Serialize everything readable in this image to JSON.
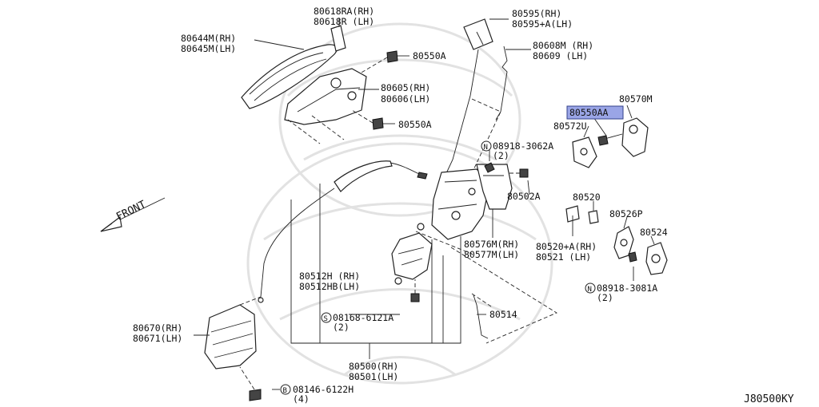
{
  "diagram_id": "J80500KY",
  "front_label": "FRONT",
  "highlight_color": "#9aa5e6",
  "labels": {
    "p80618": [
      "80618RA(RH)",
      "80618R (LH)"
    ],
    "p80644": [
      "80644M(RH)",
      "80645M(LH)"
    ],
    "p80550a_top": "80550A",
    "p80605": [
      "80605(RH)",
      "80606(LH)"
    ],
    "p80550a_mid": "80550A",
    "p80595": [
      "80595(RH)",
      "80595+A(LH)"
    ],
    "p80608": [
      "80608M (RH)",
      "80609 (LH)"
    ],
    "p80570": "80570M",
    "p80550aa": "80550AA",
    "p80572": "80572U",
    "n08918_3062": [
      "08918-3062A",
      "(2)"
    ],
    "p80502": "80502A",
    "p80520": "80520",
    "p80526": "80526P",
    "p80524": "80524",
    "p80576": [
      "80576M(RH)",
      "80577M(LH)"
    ],
    "p80520a": [
      "80520+A(RH)",
      "80521 (LH)"
    ],
    "n08918_3081": [
      "08918-3081A",
      "(2)"
    ],
    "p80512": [
      "80512H (RH)",
      "80512HB(LH)"
    ],
    "s08168": [
      "08168-6121A",
      "(2)"
    ],
    "p80514": "80514",
    "p80670": [
      "80670(RH)",
      "80671(LH)"
    ],
    "p80500": [
      "80500(RH)",
      "80501(LH)"
    ],
    "b08146": [
      "08146-6122H",
      "(4)"
    ]
  },
  "badges": {
    "n": "N",
    "s": "S",
    "b": "B"
  }
}
